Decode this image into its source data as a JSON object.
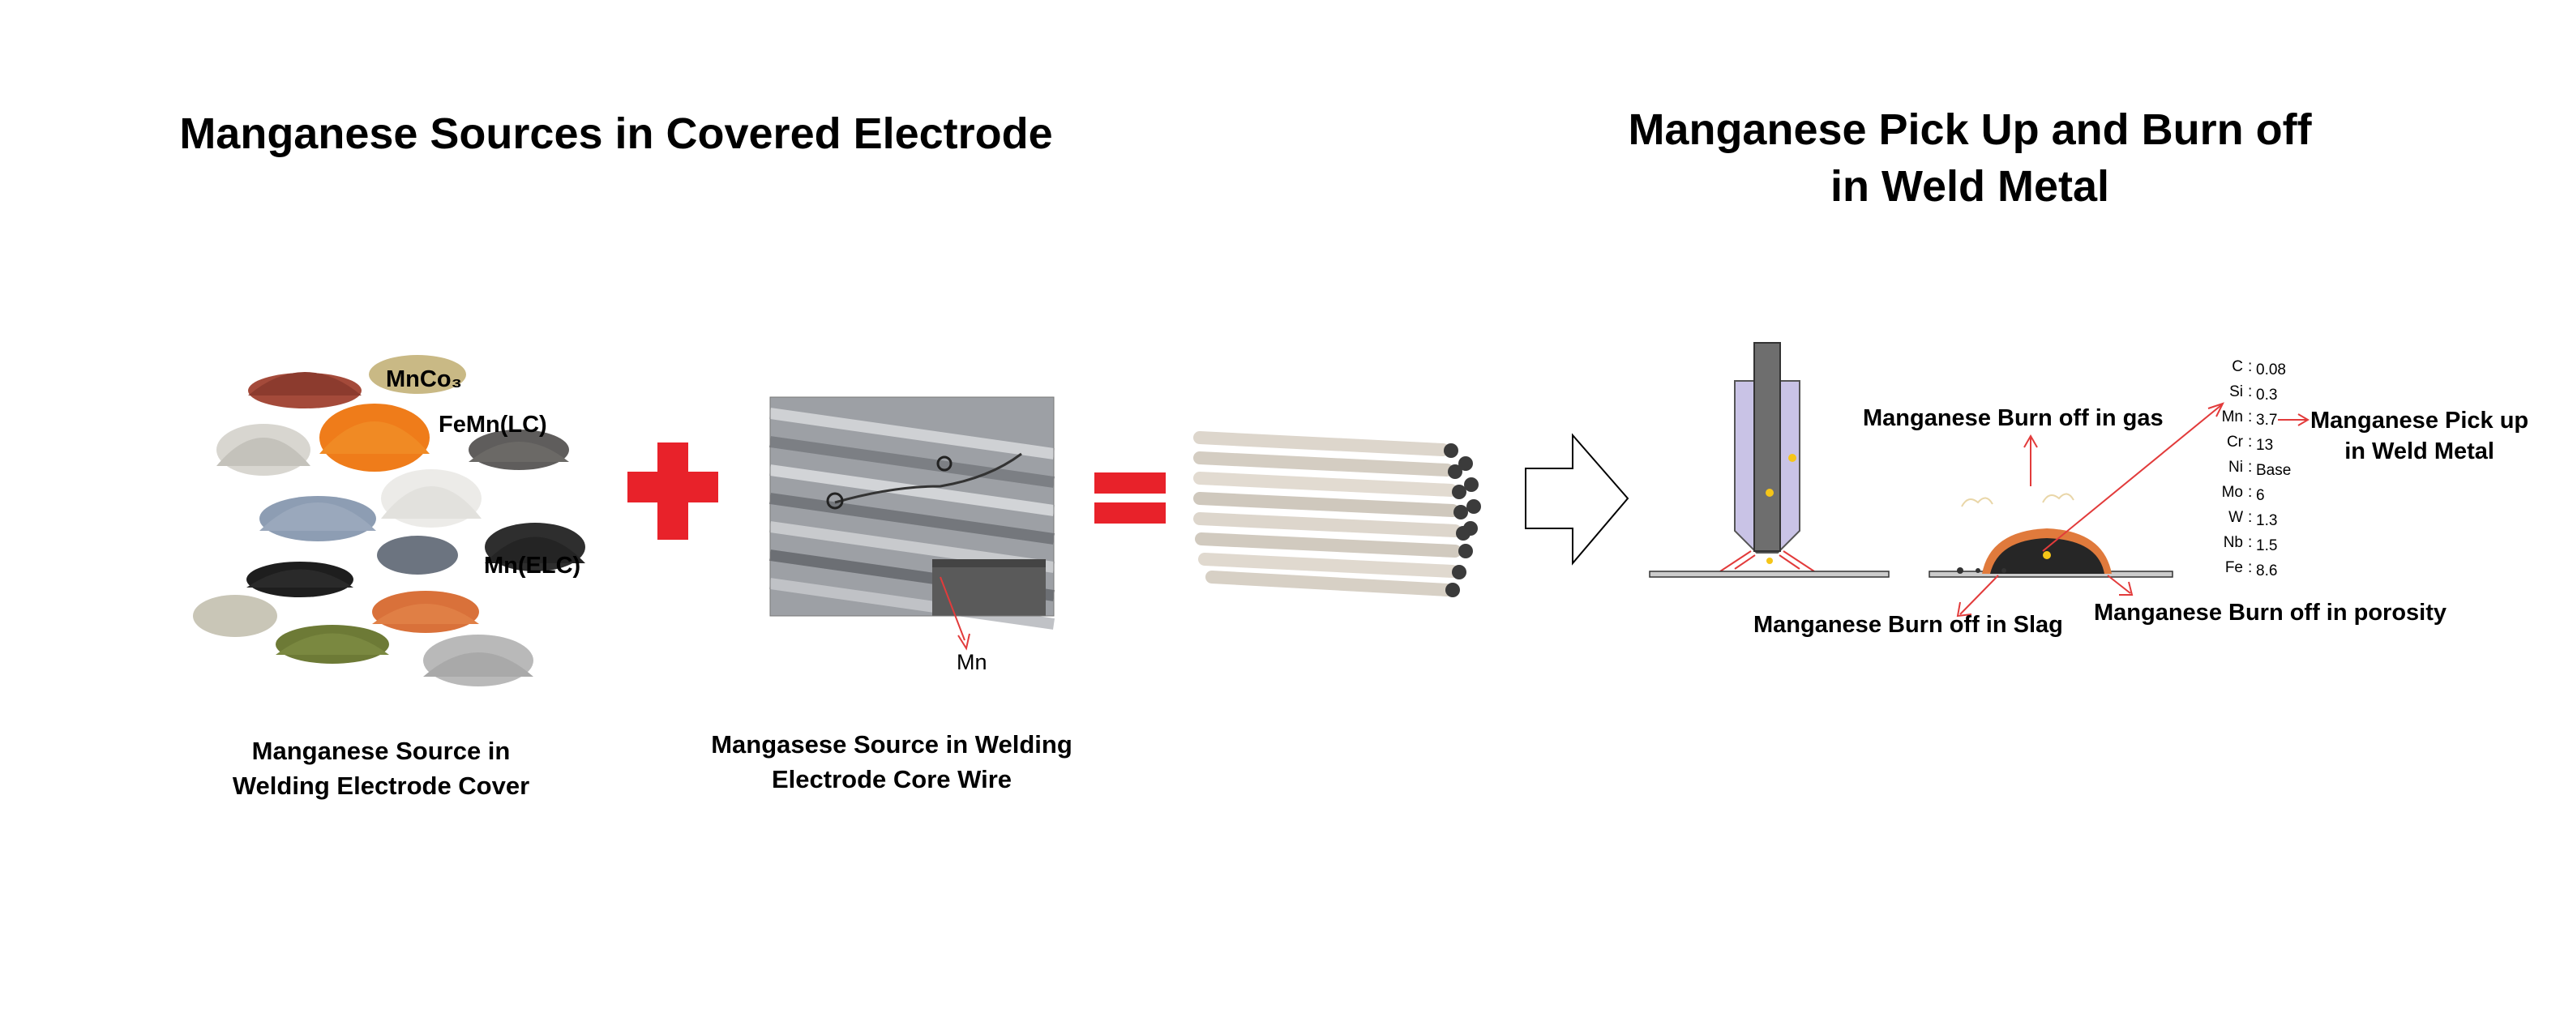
{
  "left_section": {
    "title": "Manganese Sources in Covered Electrode",
    "cover_caption_line1": "Manganese Source in",
    "cover_caption_line2": "Welding Electrode Cover",
    "core_caption_line1": "Mangasese Source in Welding",
    "core_caption_line2": "Electrode Core Wire",
    "powder_labels": {
      "mnco3": "MnCo₃",
      "femn": "FeMn(LC)",
      "mn_elc": "Mn(ELC)"
    },
    "wire_label": "Mn"
  },
  "right_section": {
    "title_line1": "Manganese Pick Up and Burn off",
    "title_line2": "in Weld Metal",
    "burn_gas": "Manganese Burn off in gas",
    "burn_slag": "Manganese Burn off in Slag",
    "burn_porosity": "Manganese Burn off in porosity",
    "pickup_line1": "Manganese Pick up",
    "pickup_line2": "in Weld Metal",
    "composition": [
      {
        "el": "C",
        "val": "0.08"
      },
      {
        "el": "Si",
        "val": "0.3"
      },
      {
        "el": "Mn",
        "val": "3.7"
      },
      {
        "el": "Cr",
        "val": "13"
      },
      {
        "el": "Ni",
        "val": "Base"
      },
      {
        "el": "Mo",
        "val": "6"
      },
      {
        "el": "W",
        "val": "1.3"
      },
      {
        "el": "Nb",
        "val": "1.5"
      },
      {
        "el": "Fe",
        "val": "8.6"
      }
    ]
  },
  "colors": {
    "symbol_red": "#e8222a",
    "arrow_red": "#e23b3b",
    "electrode_purple": "#c9c3e6",
    "rod_gray": "#6e6e6e"
  }
}
